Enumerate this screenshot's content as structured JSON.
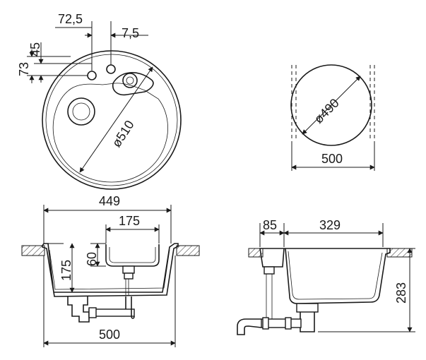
{
  "dimensions": {
    "top_offset_x": "72,5",
    "top_offset_small": "7,5",
    "vert_45": "45",
    "vert_73": "73",
    "bowl_diameter": "ø510",
    "small_diameter": "ø490",
    "small_width": "500",
    "front_width_top": "449",
    "front_inner_bowl": "175",
    "front_depth_60": "60",
    "front_depth_175": "175",
    "front_width_bottom": "500",
    "side_85": "85",
    "side_329": "329",
    "side_283": "283"
  },
  "colors": {
    "line": "#1a1a1a",
    "background": "#ffffff"
  }
}
